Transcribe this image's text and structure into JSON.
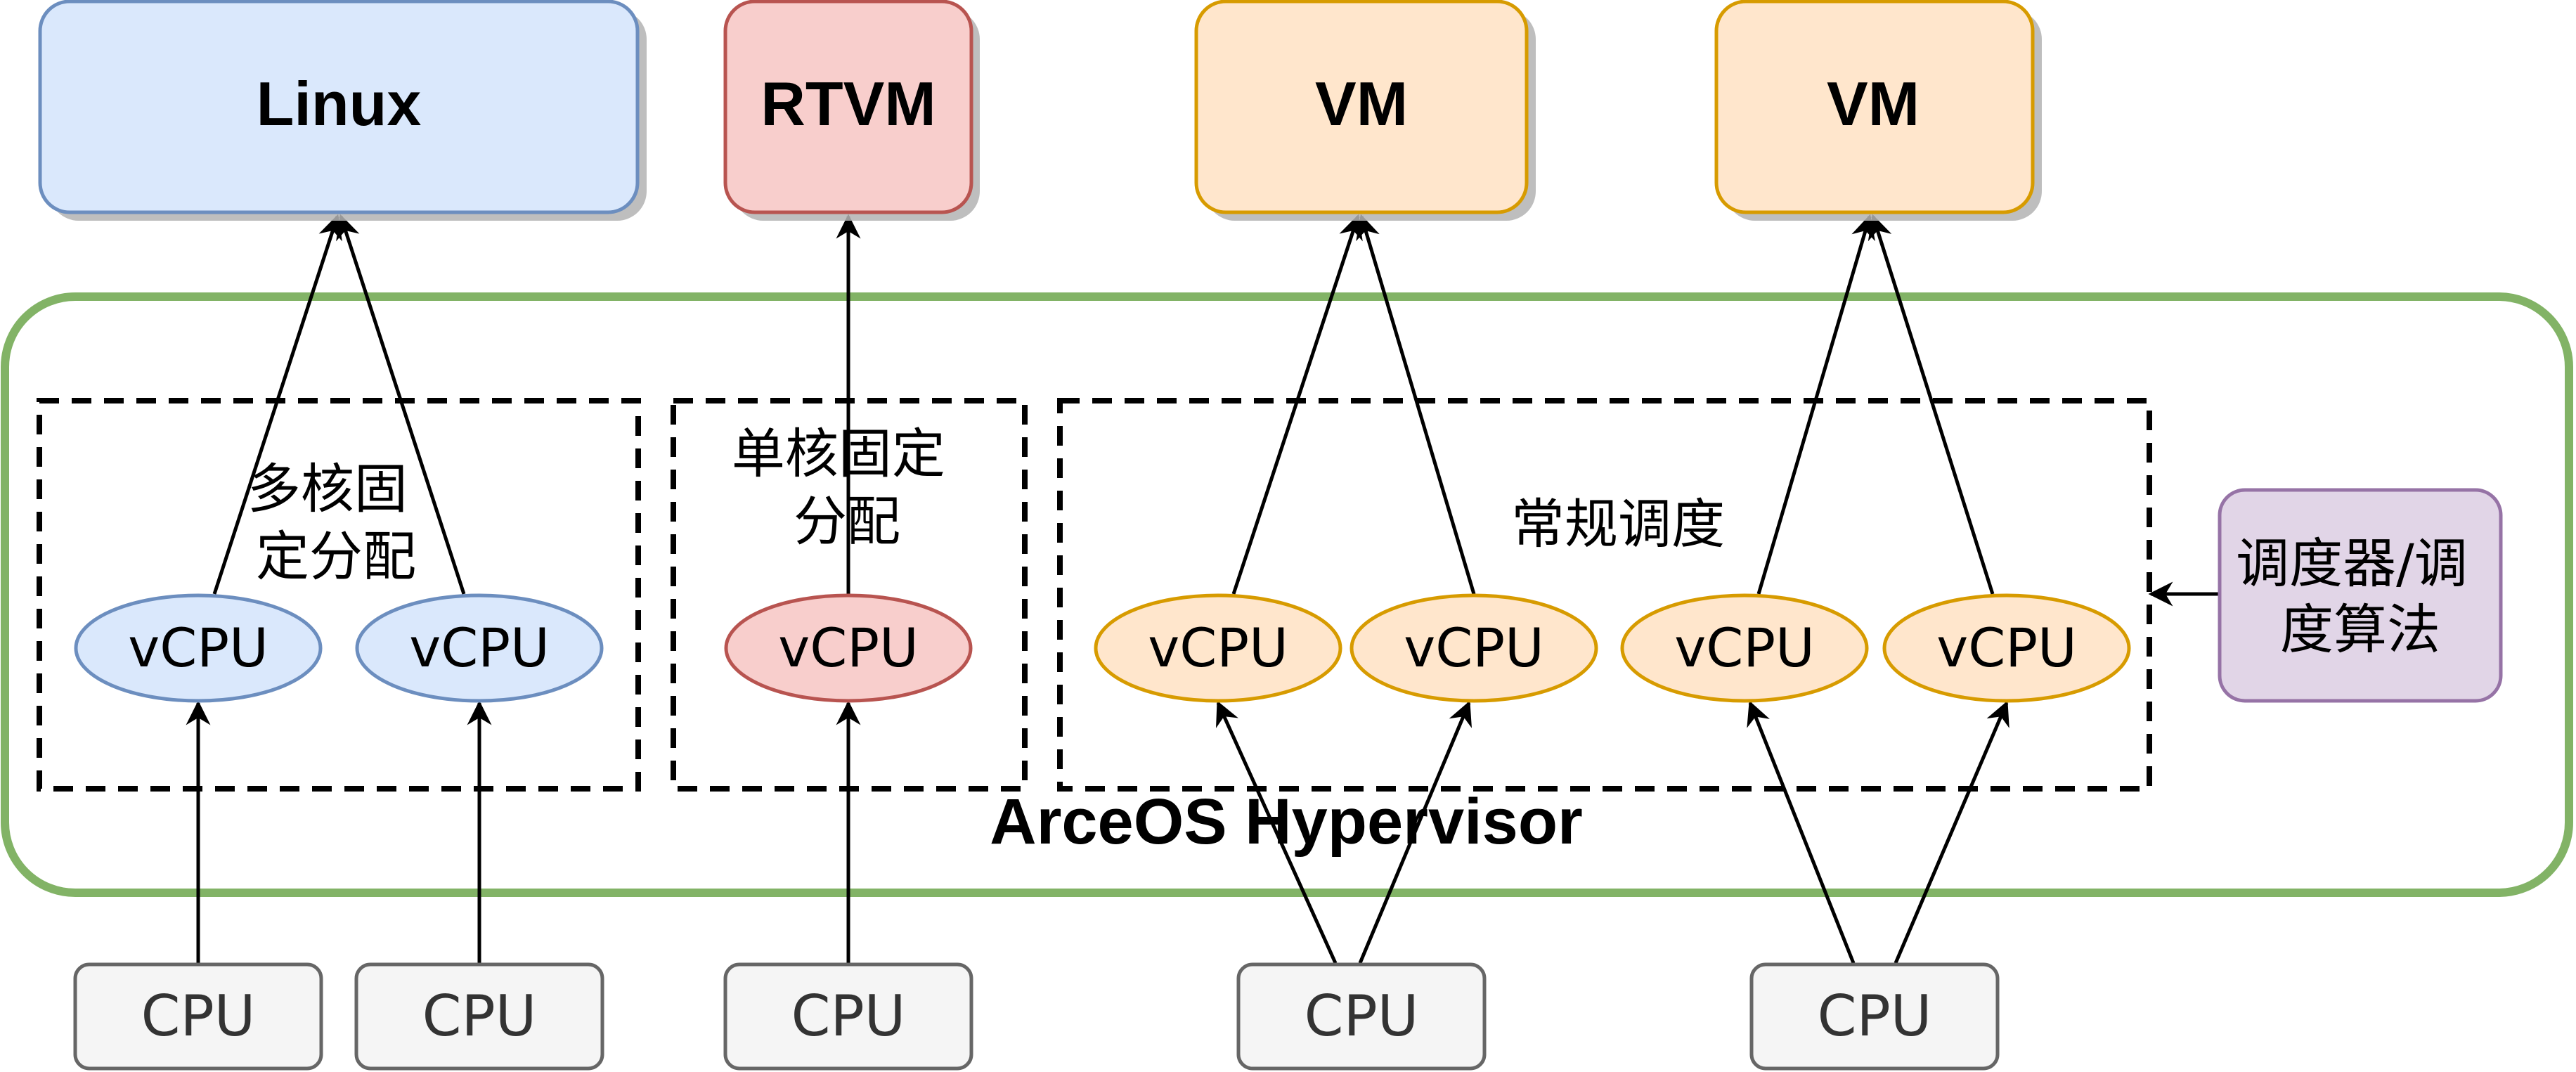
{
  "guests": [
    {
      "label": "Linux",
      "fill": "#dae8fc",
      "stroke": "#6c8ebf"
    },
    {
      "label": "RTVM",
      "fill": "#f8cecc",
      "stroke": "#b85450"
    },
    {
      "label": "VM",
      "fill": "#ffe6cc",
      "stroke": "#d79b00"
    },
    {
      "label": "VM",
      "fill": "#ffe6cc",
      "stroke": "#d79b00"
    }
  ],
  "hypervisor": {
    "label": "ArceOS Hypervisor",
    "stroke": "#82b366"
  },
  "groups": [
    {
      "label_lines": [
        "多核固",
        "定分配"
      ]
    },
    {
      "label_lines": [
        "单核固定",
        "分配"
      ]
    },
    {
      "label_lines": [
        "常规调度"
      ]
    }
  ],
  "vcpus": [
    {
      "label": "vCPU",
      "fill": "#dae8fc",
      "stroke": "#6c8ebf"
    },
    {
      "label": "vCPU",
      "fill": "#dae8fc",
      "stroke": "#6c8ebf"
    },
    {
      "label": "vCPU",
      "fill": "#f8cecc",
      "stroke": "#b85450"
    },
    {
      "label": "vCPU",
      "fill": "#ffe6cc",
      "stroke": "#d79b00"
    },
    {
      "label": "vCPU",
      "fill": "#ffe6cc",
      "stroke": "#d79b00"
    },
    {
      "label": "vCPU",
      "fill": "#ffe6cc",
      "stroke": "#d79b00"
    },
    {
      "label": "vCPU",
      "fill": "#ffe6cc",
      "stroke": "#d79b00"
    }
  ],
  "cpus": [
    {
      "label": "CPU",
      "fill": "#f5f5f5",
      "stroke": "#666666"
    },
    {
      "label": "CPU",
      "fill": "#f5f5f5",
      "stroke": "#666666"
    },
    {
      "label": "CPU",
      "fill": "#f5f5f5",
      "stroke": "#666666"
    },
    {
      "label": "CPU",
      "fill": "#f5f5f5",
      "stroke": "#666666"
    },
    {
      "label": "CPU",
      "fill": "#f5f5f5",
      "stroke": "#666666"
    }
  ],
  "scheduler": {
    "label_lines": [
      "调度器/调",
      "度算法"
    ],
    "fill": "#e1d5e7",
    "stroke": "#9673a6"
  }
}
